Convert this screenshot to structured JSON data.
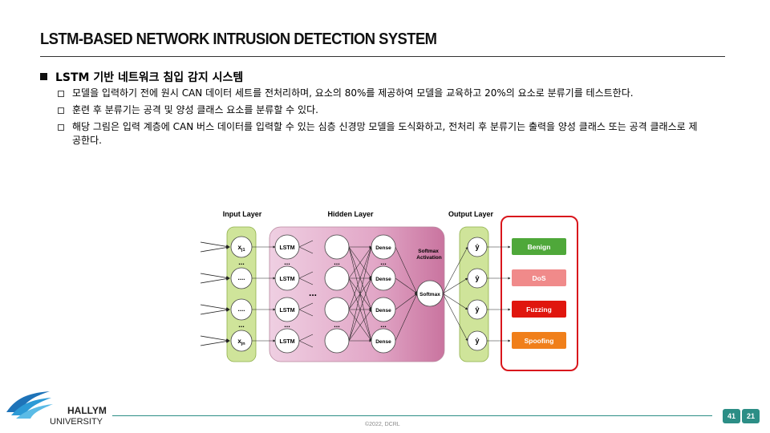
{
  "slide": {
    "title": "LSTM-BASED NETWORK INTRUSION DETECTION SYSTEM",
    "heading": "LSTM 기반 네트워크 침입 감지 시스템",
    "bullets": [
      {
        "text": "모델을 입력하기 전에 원시 CAN 데이터 세트를 전처리하며, 요소의 80%를 제공하여 모델을 교육하고 20%의 요소로 분류기를 테스트한다."
      },
      {
        "text": "훈련 후 분류기는 공격 및 양성 클래스 요소를 분류할 수 있다."
      },
      {
        "text": "해당 그림은 입력 계층에 CAN 버스 데이터를 입력할 수 있는 심층 신경망 모델을 도식화하고, 전처리 후 분류기는 출력을 양성 클래스 또는 공격 클래스로 제공한다."
      }
    ]
  },
  "diagram": {
    "input_layer_label": "Input Layer",
    "hidden_layer_label": "Hidden Layer",
    "output_layer_label": "Output Layer",
    "softmax_activation_label_1": "Softmax",
    "softmax_activation_label_2": "Activation",
    "softmax_node": "Softmax",
    "input_nodes": [
      {
        "main": "x",
        "sub": "j1"
      },
      {
        "main": "....",
        "sub": ""
      },
      {
        "main": "....",
        "sub": ""
      },
      {
        "main": "x",
        "sub": "jn"
      }
    ],
    "lstm_label": "LSTM",
    "dense_label": "Dense",
    "output_node": "ŷ",
    "ellipsis": "...",
    "classes": [
      {
        "label": "Benign",
        "color": "#4fa83a"
      },
      {
        "label": "DoS",
        "color": "#f08a8a"
      },
      {
        "label": "Fuzzing",
        "color": "#e0160e"
      },
      {
        "label": "Spoofing",
        "color": "#f07f1a"
      }
    ],
    "highlight_color": "#d9161c"
  },
  "footer": {
    "university_line1": "HALLYM",
    "university_line2": "UNIVERSITY",
    "copyright": "©2022, DCRL",
    "page_current": "41",
    "page_total": "21"
  }
}
